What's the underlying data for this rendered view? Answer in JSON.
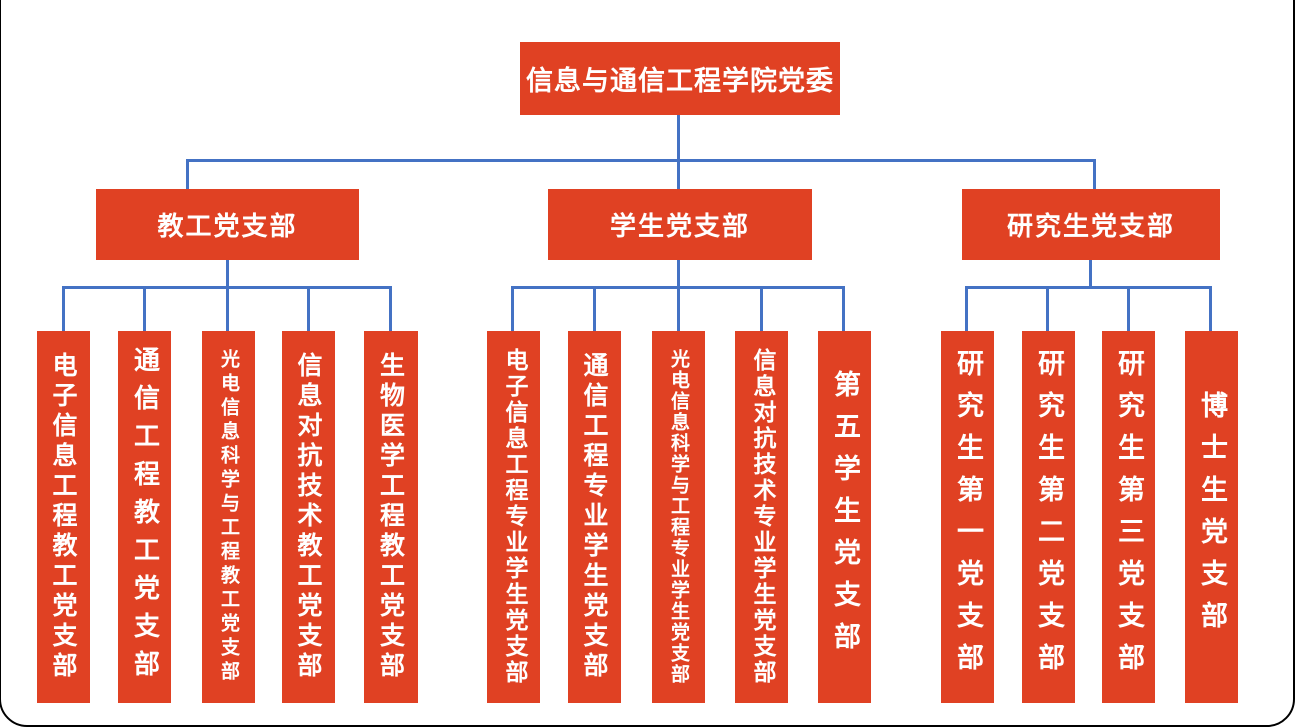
{
  "colors": {
    "box": "#E04123",
    "connector": "#4472C4",
    "box-text": "#FFFFFF",
    "frame": "#000000",
    "background": "#FFFFFF"
  },
  "org": {
    "root": "信息与通信工程学院党委",
    "branches": [
      {
        "label": "教工党支部",
        "children": [
          "电子信息工程教工党支部",
          "通信工程教工党支部",
          "光电信息科学与工程教工党支部",
          "信息对抗技术教工党支部",
          "生物医学工程教工党支部"
        ]
      },
      {
        "label": "学生党支部",
        "children": [
          "电子信息工程专业学生党支部",
          "通信工程专业学生党支部",
          "光电信息科学与工程专业学生党支部",
          "信息对抗技术专业学生党支部",
          "第五学生党支部"
        ]
      },
      {
        "label": "研究生党支部",
        "children": [
          "研究生第一党支部",
          "研究生第二党支部",
          "研究生第三党支部",
          "博士生党支部"
        ]
      }
    ]
  }
}
